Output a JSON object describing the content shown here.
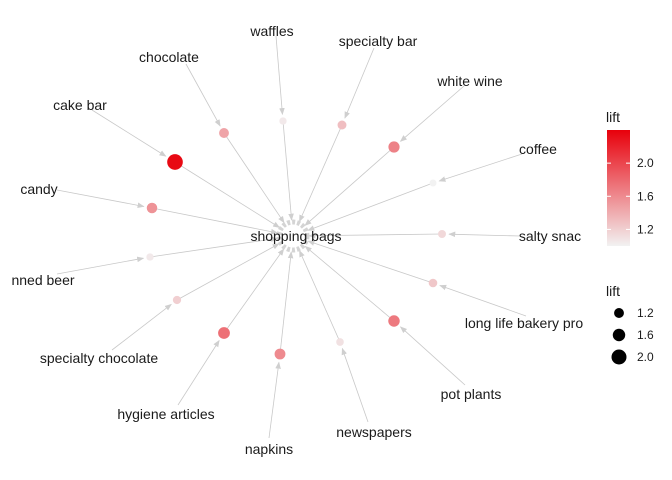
{
  "graph": {
    "type": "association-rules-network",
    "center": {
      "label": "shopping bags"
    },
    "items": [
      {
        "label": "waffles",
        "lift": 1.05
      },
      {
        "label": "specialty bar",
        "lift": 1.3
      },
      {
        "label": "white wine",
        "lift": 1.65
      },
      {
        "label": "coffee",
        "lift": 1.0
      },
      {
        "label": "salty snac",
        "lift": 1.15
      },
      {
        "label": "long life bakery pro",
        "lift": 1.25
      },
      {
        "label": "pot plants",
        "lift": 1.7
      },
      {
        "label": "newspapers",
        "lift": 1.1
      },
      {
        "label": "napkins",
        "lift": 1.6
      },
      {
        "label": "hygiene articles",
        "lift": 1.75
      },
      {
        "label": "specialty chocolate",
        "lift": 1.2
      },
      {
        "label": "nned beer",
        "lift": 1.05
      },
      {
        "label": "candy",
        "lift": 1.55
      },
      {
        "label": "cake bar",
        "lift": 2.35
      },
      {
        "label": "chocolate",
        "lift": 1.45
      }
    ]
  },
  "legend_color": {
    "title": "lift",
    "ticks": [
      {
        "value": 2.0,
        "label": "2.0"
      },
      {
        "value": 1.6,
        "label": "1.6"
      },
      {
        "value": 1.2,
        "label": "1.2"
      }
    ],
    "range": [
      1.0,
      2.4
    ],
    "low_color": "#f2f2f2",
    "high_color": "#e8000b"
  },
  "legend_size": {
    "title": "lift",
    "ticks": [
      {
        "value": 1.2,
        "label": "1.2"
      },
      {
        "value": 1.6,
        "label": "1.6"
      },
      {
        "value": 2.0,
        "label": "2.0"
      }
    ]
  },
  "colors": {
    "edge": "#c8c8c8",
    "center_ring": "#d4d4d4",
    "text": "#1a1a1a"
  }
}
